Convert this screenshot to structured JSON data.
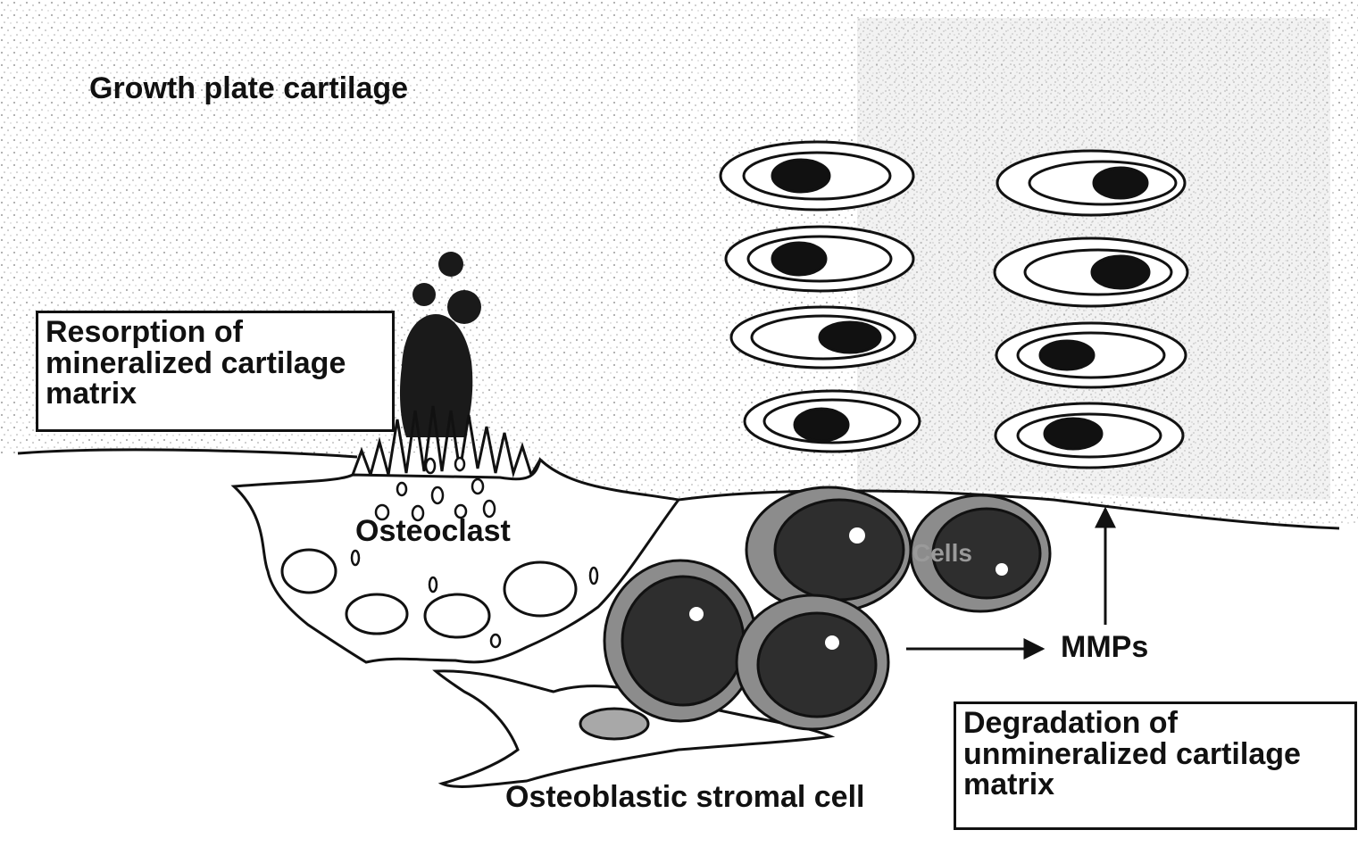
{
  "labels": {
    "growth_plate": "Growth plate cartilage",
    "resorption": "Resorption of mineralized cartilage matrix",
    "osteoclast": "Osteoclast",
    "stromal": "Osteoblastic stromal cell",
    "mmps": "MMPs",
    "degradation": "Degradation of unmineralized cartilage matrix",
    "cells_partial": "Cells"
  },
  "colors": {
    "ink": "#111111",
    "cartilage_stipple": "#bdbdbd",
    "cell_outer": "#8c8c8c",
    "cell_inner": "#2e2e2e"
  }
}
